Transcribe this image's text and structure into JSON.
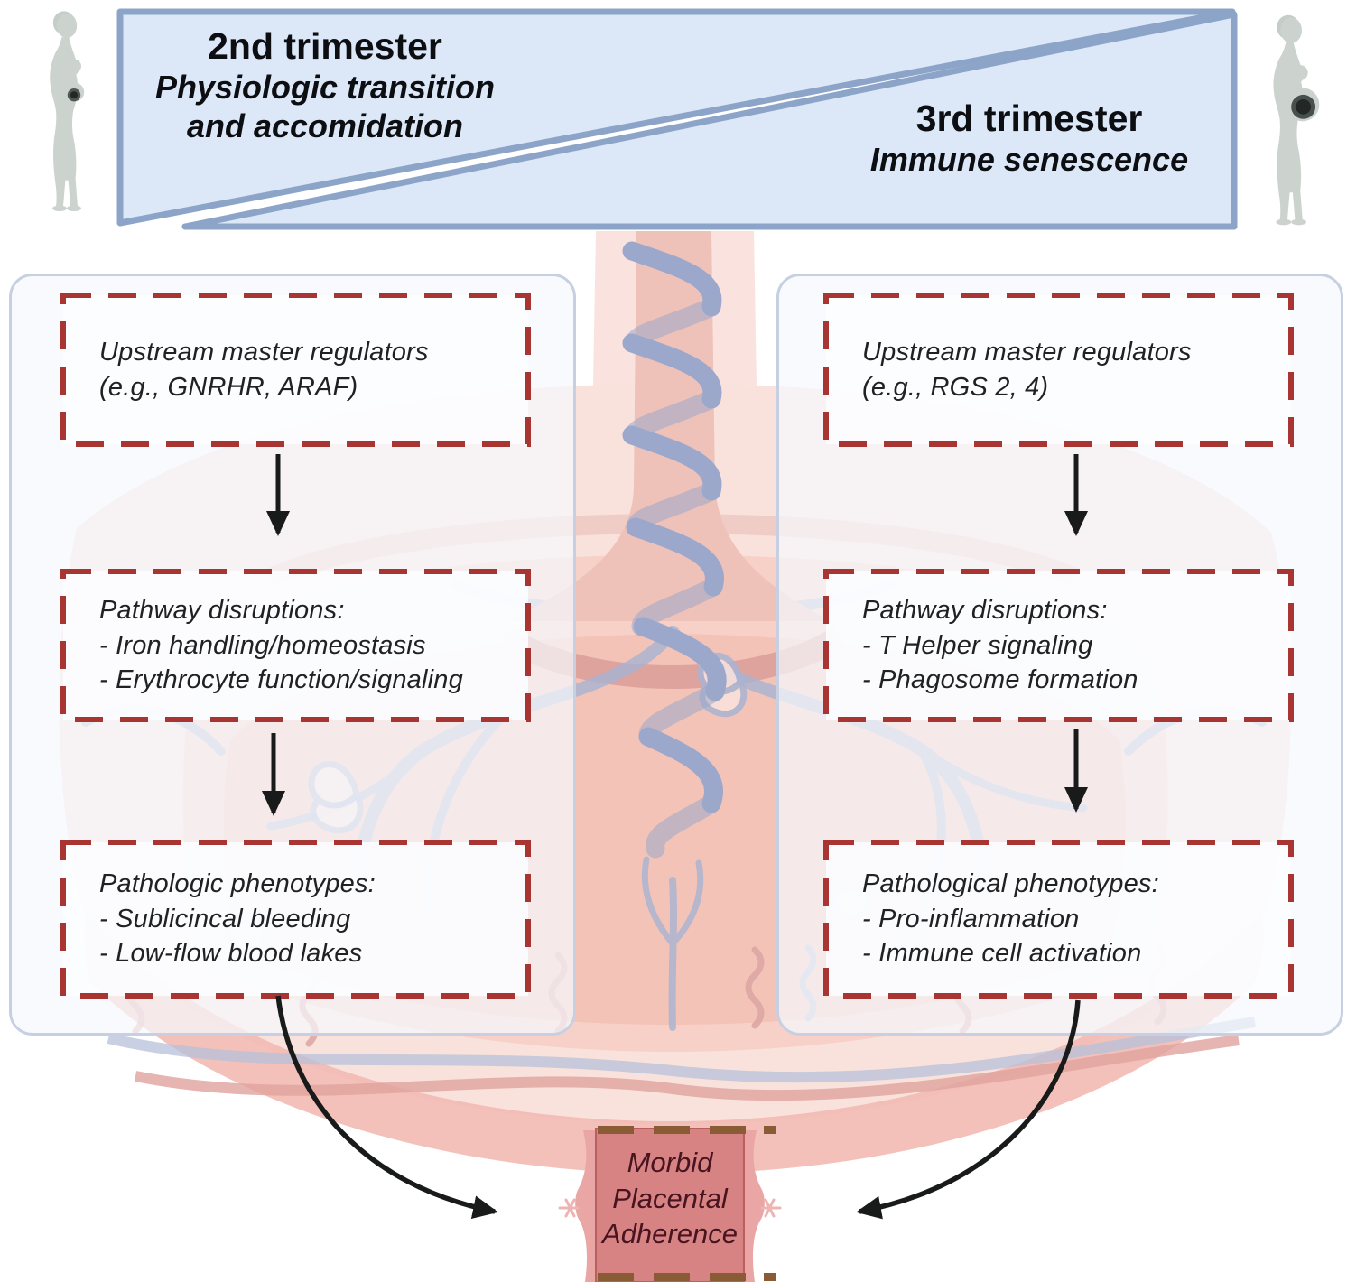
{
  "banner": {
    "second_trimester": {
      "title": "2nd trimester",
      "subtitle_line1": "Physiologic transition",
      "subtitle_line2": "and accomidation"
    },
    "third_trimester": {
      "title": "3rd trimester",
      "subtitle": "Immune senescence"
    }
  },
  "left_column": {
    "boxes": [
      {
        "lines": [
          "Upstream master regulators",
          "(e.g., GNRHR, ARAF)"
        ]
      },
      {
        "lines": [
          "Pathway disruptions:",
          "- Iron handling/homeostasis",
          "- Erythrocyte function/signaling"
        ]
      },
      {
        "lines": [
          "Pathologic phenotypes:",
          "- Sublicincal bleeding",
          "- Low-flow blood lakes"
        ]
      }
    ]
  },
  "right_column": {
    "boxes": [
      {
        "lines": [
          "Upstream master regulators",
          "(e.g., RGS 2, 4)"
        ]
      },
      {
        "lines": [
          "Pathway disruptions:",
          "- T Helper signaling",
          "- Phagosome formation"
        ]
      },
      {
        "lines": [
          "Pathological phenotypes:",
          "- Pro-inflammation",
          "- Immune cell activation"
        ]
      }
    ]
  },
  "outcome": {
    "lines": [
      "Morbid",
      "Placental",
      "Adherence"
    ]
  },
  "icons": {
    "left_figure": "pregnant-woman-profile-early-icon",
    "right_figure": "pregnant-woman-profile-late-icon",
    "background": "placenta-umbilical-cord-illustration",
    "vertical_arrows": "down-arrow",
    "left_curved_arrow": "curved-arrow-right-icon",
    "right_curved_arrow": "curved-arrow-left-icon",
    "outcome_shape": "adherent-vessel-icon"
  },
  "colors": {
    "banner_fill": "#dce8f8",
    "banner_border": "#8da4c9",
    "dashed_box_border": "#a83531",
    "panel_border": "#c7d0e2",
    "arrow_black": "#191a1a",
    "outcome_fill": "#d88383",
    "outcome_dash": "#8a5c36",
    "outcome_text": "#47141f",
    "placenta_pink": "#f9e2dc",
    "vessel_blue": "#a9b4d3",
    "vessel_red": "#dfa09c"
  }
}
